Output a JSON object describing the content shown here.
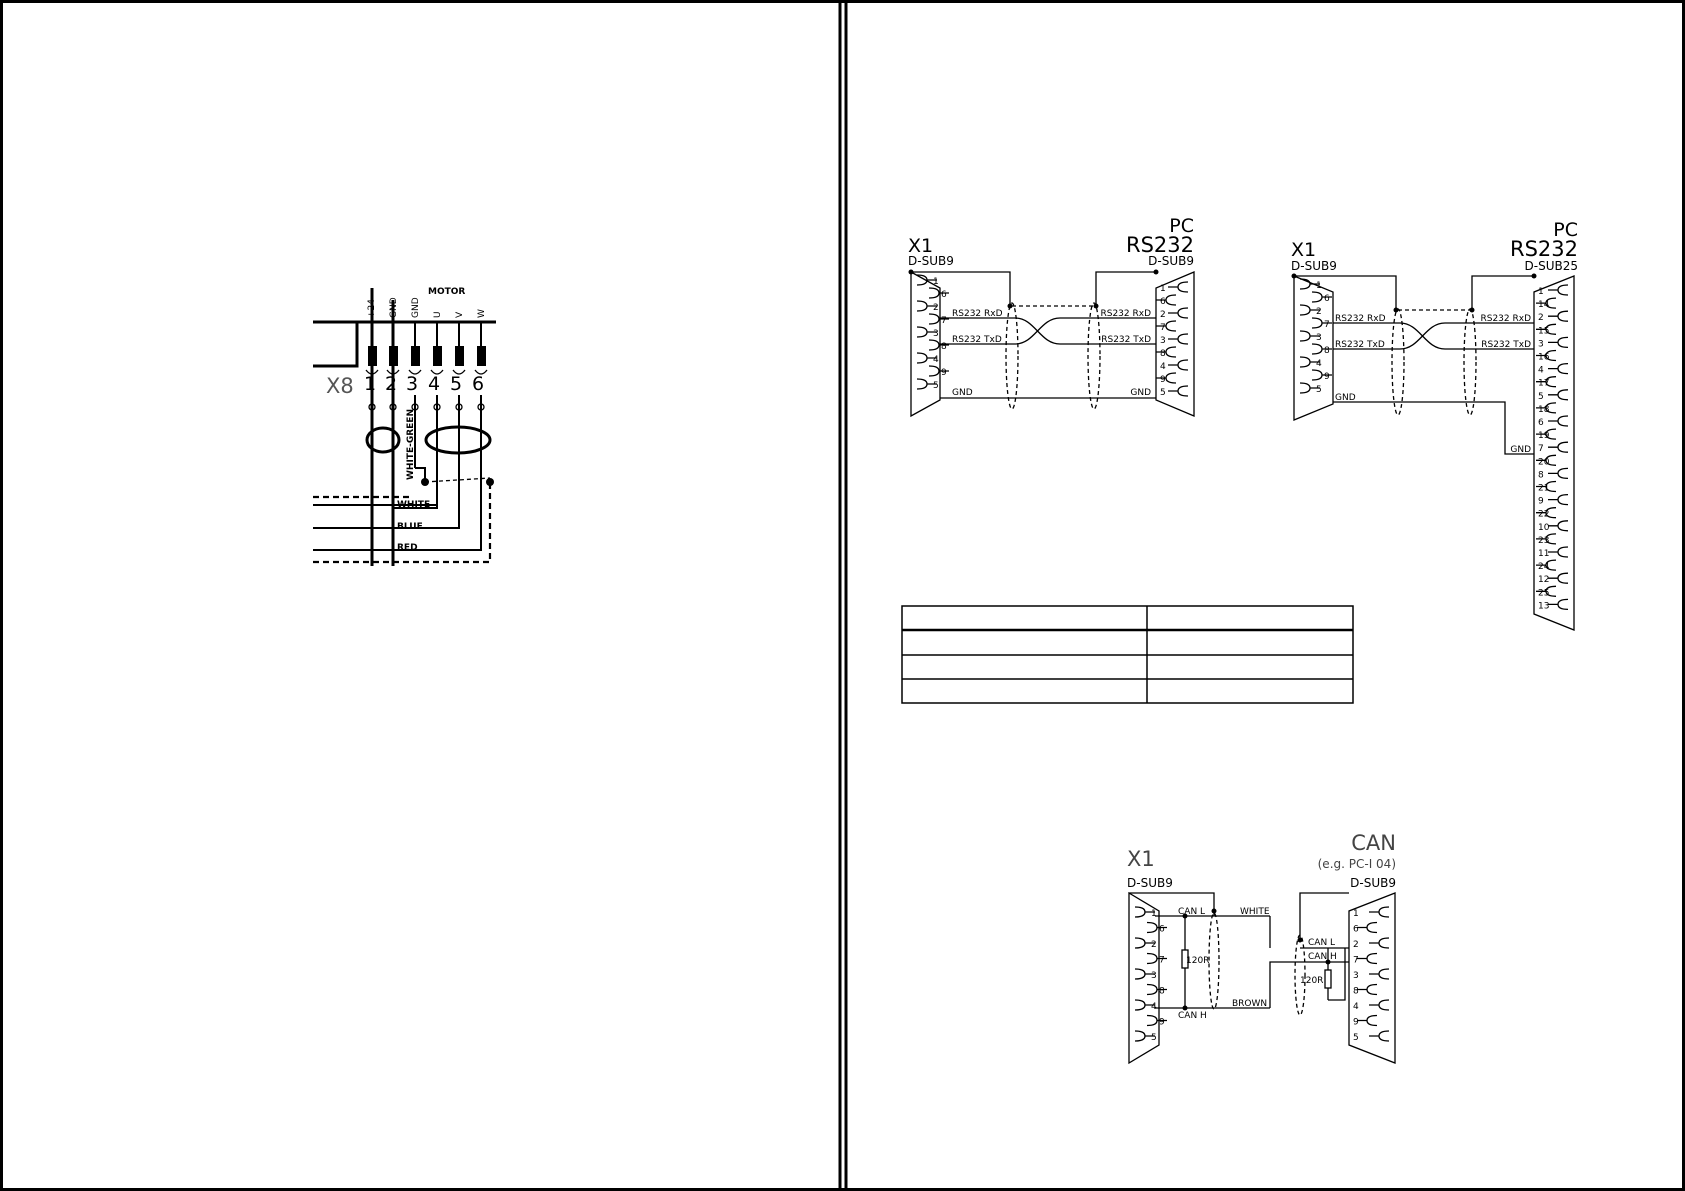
{
  "motor_diagram": {
    "header": "MOTOR",
    "connector": "X8",
    "terminal_labels": [
      "+24",
      "GND",
      "GND",
      "U",
      "V",
      "W"
    ],
    "terminal_numbers": [
      "1",
      "2",
      "3",
      "4",
      "5",
      "6"
    ],
    "wire_green": "WHITE-GREEN",
    "wire_white": "WHITE",
    "wire_blue": "BLUE",
    "wire_red": "RED"
  },
  "rs232_sub9": {
    "left_name": "X1",
    "left_type": "D-SUB9",
    "right_title": "PC",
    "right_name": "RS232",
    "right_type": "D-SUB9",
    "rxd": "RS232 RxD",
    "txd": "RS232 TxD",
    "gnd": "GND",
    "left_pins": [
      "1",
      "6",
      "2",
      "7",
      "3",
      "8",
      "4",
      "9",
      "5"
    ],
    "right_pins": [
      "1",
      "6",
      "2",
      "7",
      "3",
      "8",
      "4",
      "9",
      "5"
    ]
  },
  "rs232_sub25": {
    "left_name": "X1",
    "left_type": "D-SUB9",
    "right_title": "PC",
    "right_name": "RS232",
    "right_type": "D-SUB25",
    "rxd": "RS232 RxD",
    "txd": "RS232 TxD",
    "gnd": "GND",
    "left_pins": [
      "1",
      "6",
      "2",
      "7",
      "3",
      "8",
      "4",
      "9",
      "5"
    ],
    "right_pins": [
      "1",
      "14",
      "2",
      "15",
      "3",
      "16",
      "4",
      "17",
      "5",
      "18",
      "6",
      "19",
      "7",
      "20",
      "8",
      "21",
      "9",
      "22",
      "10",
      "23",
      "11",
      "24",
      "12",
      "25",
      "13"
    ]
  },
  "can_diagram": {
    "left_name": "X1",
    "left_type": "D-SUB9",
    "right_title": "CAN",
    "right_subtitle": "(e.g. PC-I 04)",
    "right_type": "D-SUB9",
    "can_l": "CAN L",
    "can_h": "CAN H",
    "wire_white": "WHITE",
    "wire_brown": "BROWN",
    "resistor": "120R",
    "left_pins": [
      "1",
      "6",
      "2",
      "7",
      "3",
      "8",
      "4",
      "9",
      "5"
    ],
    "right_pins": [
      "1",
      "6",
      "2",
      "7",
      "3",
      "8",
      "4",
      "9",
      "5"
    ]
  }
}
